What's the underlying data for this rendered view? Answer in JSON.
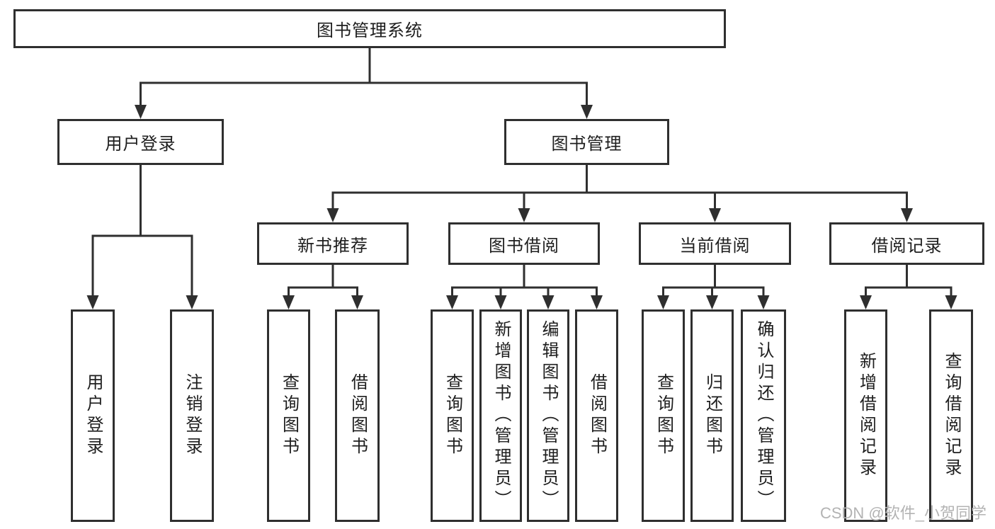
{
  "diagram": {
    "root": {
      "label": "图书管理系统"
    },
    "branches": [
      {
        "label": "用户登录",
        "children": [
          {
            "label": "用户登录"
          },
          {
            "label": "注销登录"
          }
        ]
      },
      {
        "label": "图书管理",
        "children": [
          {
            "label": "新书推荐",
            "children": [
              {
                "label": "查询图书"
              },
              {
                "label": "借阅图书"
              }
            ]
          },
          {
            "label": "图书借阅",
            "children": [
              {
                "label": "查询图书"
              },
              {
                "label": "新增图书（管理员）"
              },
              {
                "label": "编辑图书（管理员）"
              },
              {
                "label": "借阅图书"
              }
            ]
          },
          {
            "label": "当前借阅",
            "children": [
              {
                "label": "查询图书"
              },
              {
                "label": "归还图书"
              },
              {
                "label": "确认归还（管理员）"
              }
            ]
          },
          {
            "label": "借阅记录",
            "children": [
              {
                "label": "新增借阅记录"
              },
              {
                "label": "查询借阅记录"
              }
            ]
          }
        ]
      }
    ]
  },
  "watermark": {
    "text": "CSDN @软件_小贺同学"
  },
  "colors": {
    "line": "#2f2f2f",
    "box_border": "#2f2f2f",
    "text": "#1e1e1e",
    "watermark": "#b3b3b3",
    "background": "#ffffff"
  }
}
